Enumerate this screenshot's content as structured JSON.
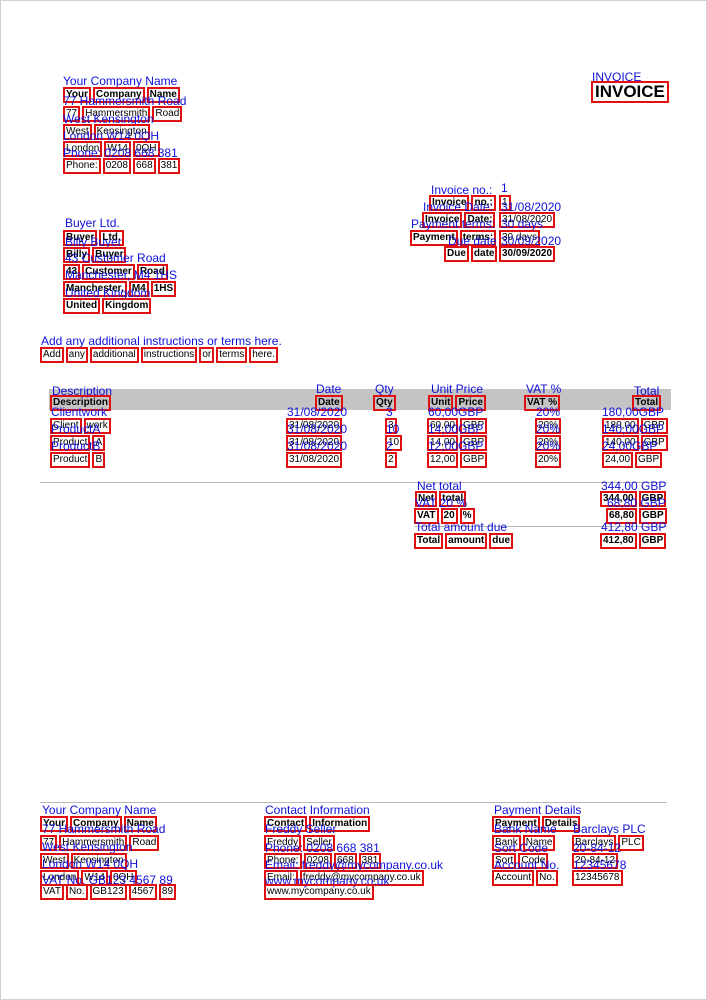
{
  "invoice_title": "INVOICE",
  "seller": {
    "name": [
      "Your",
      "Company",
      "Name"
    ],
    "street": [
      "77",
      "Hammersmith",
      "Road"
    ],
    "area": [
      "West",
      "Kensington"
    ],
    "city": [
      "London",
      "W14",
      "0QH"
    ],
    "phone": [
      "Phone:",
      "0208",
      "668",
      "381"
    ]
  },
  "meta": {
    "invoice_no_label": [
      "Invoice",
      "no.:"
    ],
    "invoice_no": "1",
    "invoice_date_label": [
      "Invoice",
      "Date:"
    ],
    "invoice_date": "31/08/2020",
    "payment_terms_label": [
      "Payment",
      "terms:"
    ],
    "payment_terms": "30 days",
    "due_date_label": [
      "Due",
      "date"
    ],
    "due_date": "30/09/2020"
  },
  "buyer": {
    "name": [
      "Buyer",
      "Ltd."
    ],
    "contact": [
      "Billy",
      "Buyer"
    ],
    "street": [
      "43",
      "Customer",
      "Road"
    ],
    "city": [
      "Manchester,",
      "M4",
      "1HS"
    ],
    "country": [
      "United",
      "Kingdom"
    ]
  },
  "note": [
    "Add",
    "any",
    "additional",
    "instructions",
    "or",
    "terms",
    "here."
  ],
  "table": {
    "headers": {
      "description": "Description",
      "date": "Date",
      "qty": "Qty",
      "unit_price": [
        "Unit",
        "Price"
      ],
      "vat": "VAT %",
      "total": "Total"
    },
    "rows": [
      {
        "description": [
          "Client",
          "work"
        ],
        "date": "31/08/2020",
        "qty": "3",
        "unit_price": [
          "60,00",
          "GBP"
        ],
        "vat": "20%",
        "total": [
          "180,00",
          "GBP"
        ]
      },
      {
        "description": [
          "Product",
          "A"
        ],
        "date": "31/08/2020",
        "qty": "10",
        "unit_price": [
          "14,00",
          "GBP"
        ],
        "vat": "20%",
        "total": [
          "140,00",
          "GBP"
        ]
      },
      {
        "description": [
          "Product",
          "B"
        ],
        "date": "31/08/2020",
        "qty": "2",
        "unit_price": [
          "12,00",
          "GBP"
        ],
        "vat": "20%",
        "total": [
          "24,00",
          "GBP"
        ]
      }
    ]
  },
  "totals": {
    "net_label": [
      "Net",
      "total"
    ],
    "net_value": [
      "344,00",
      "GBP"
    ],
    "vat_label": [
      "VAT",
      "20",
      "%"
    ],
    "vat_value": [
      "68,80",
      "GBP"
    ],
    "due_label": [
      "Total",
      "amount",
      "due"
    ],
    "due_value": [
      "412,80",
      "GBP"
    ]
  },
  "footer": {
    "company_title": [
      "Your",
      "Company",
      "Name"
    ],
    "company_street": [
      "77",
      "Hammersmith",
      "Road"
    ],
    "company_area": [
      "West",
      "Kensington"
    ],
    "company_city": [
      "London",
      "W14",
      "0QH"
    ],
    "company_vat": [
      "VAT",
      "No.",
      "GB123",
      "4567",
      "89"
    ],
    "contact_title": [
      "Contact",
      "Information"
    ],
    "contact_name": [
      "Freddy",
      "Seller"
    ],
    "contact_phone": [
      "Phone:",
      "0208",
      "668",
      "381"
    ],
    "contact_email": [
      "Email:",
      "freddy@mycompany.co.uk"
    ],
    "contact_web": [
      "www.mycompany.co.uk"
    ],
    "payment_title": [
      "Payment",
      "Details"
    ],
    "bank_label": [
      "Bank",
      "Name"
    ],
    "bank_value": [
      "Barclays",
      "PLC"
    ],
    "sort_label": [
      "Sort",
      "Code"
    ],
    "sort_value": [
      "20-84-12"
    ],
    "account_label": [
      "Account",
      "No."
    ],
    "account_value": [
      "12345678"
    ]
  }
}
